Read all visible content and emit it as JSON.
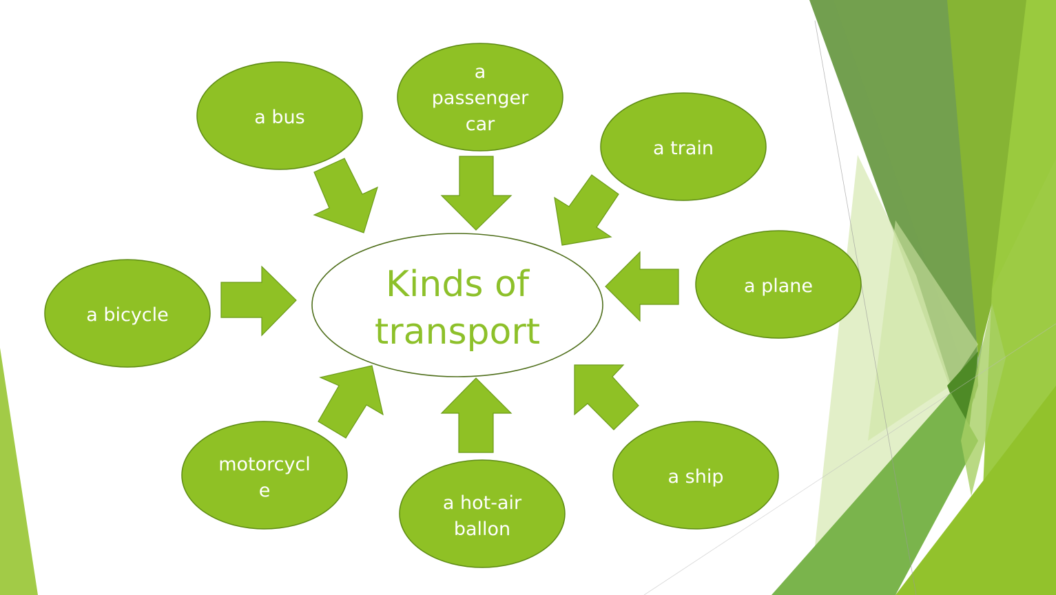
{
  "diagram": {
    "title_lines": [
      "Kinds of",
      "transport"
    ],
    "nodes": [
      {
        "id": "bus",
        "lines": [
          "a bus"
        ]
      },
      {
        "id": "passenger-car",
        "lines": [
          "a",
          "passenger",
          "car"
        ]
      },
      {
        "id": "train",
        "lines": [
          "a train"
        ]
      },
      {
        "id": "plane",
        "lines": [
          "a plane"
        ]
      },
      {
        "id": "ship",
        "lines": [
          "a ship"
        ]
      },
      {
        "id": "hot-air-balloon",
        "lines": [
          "a hot-air",
          "ballon"
        ]
      },
      {
        "id": "motorcycle",
        "lines": [
          "motorcycl",
          "e"
        ]
      },
      {
        "id": "bicycle",
        "lines": [
          "a bicycle"
        ]
      }
    ]
  },
  "colors": {
    "node_fill": "#8fc125",
    "node_stroke": "#5c8a12",
    "center_text": "#8dc02a",
    "center_stroke": "#4e6e1a",
    "background": "#ffffff"
  }
}
